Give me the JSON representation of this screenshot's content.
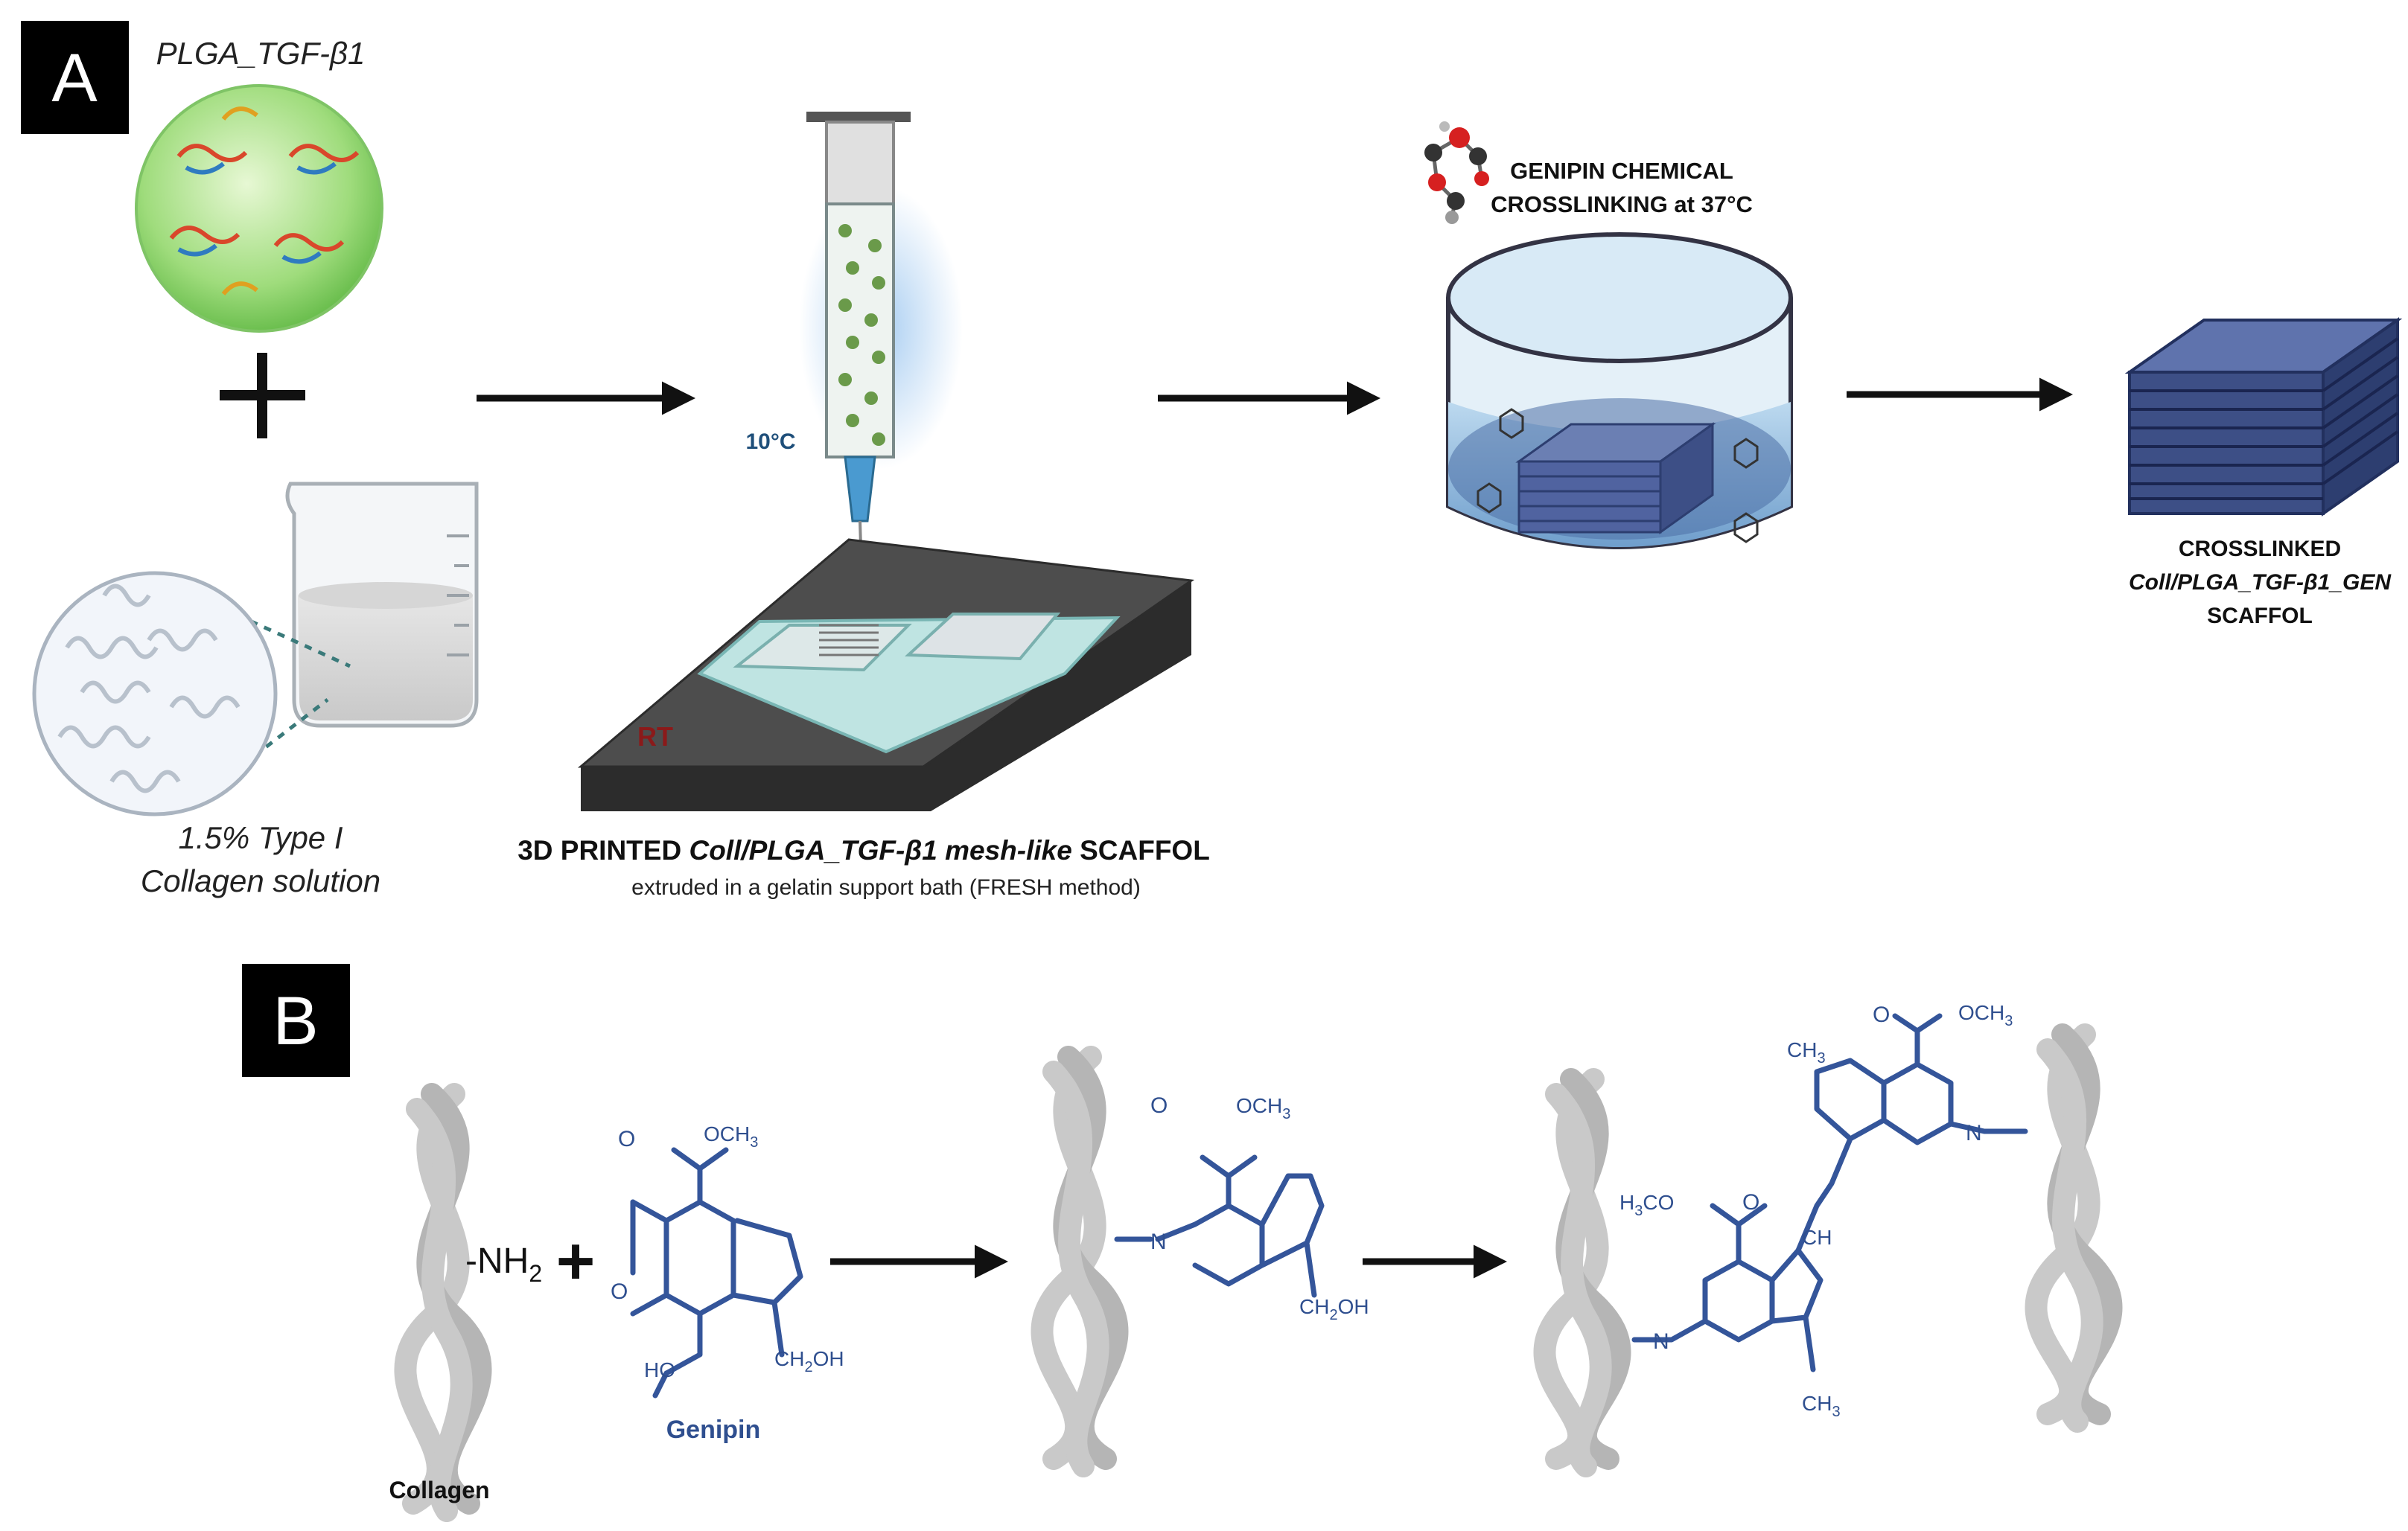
{
  "panelA": {
    "label": "A",
    "plga_label": "PLGA_TGF-β1",
    "collagen_line1": "1.5% Type I",
    "collagen_line2": "Collagen solution",
    "temp_label": "10°C",
    "rt_label": "RT",
    "printed_bold1": "3D PRINTED ",
    "printed_italic": "Coll/PLGA_TGF-β1 mesh-like",
    "printed_bold2": " SCAFFOL",
    "printed_sub": "extruded in a gelatin support bath (FRESH method)",
    "genipin_line1": "GENIPIN CHEMICAL",
    "genipin_line2": "CROSSLINKING at 37°C",
    "final_line1": "CROSSLINKED",
    "final_line2": "Coll/PLGA_TGF-β1_GEN",
    "final_line3": "SCAFFOL"
  },
  "panelB": {
    "label": "B",
    "nh2": "-NH",
    "nh2_sub": "2",
    "plus": "+",
    "collagen_label": "Collagen",
    "genipin_label": "Genipin",
    "och3": "OCH",
    "sub3": "3",
    "ch2oh": "CH",
    "sub2": "2",
    "oh": "OH",
    "ho": "HO",
    "o": "O",
    "n": "N",
    "ch3": "CH",
    "ch": "CH",
    "h3co": "H",
    "co": "CO"
  },
  "colors": {
    "label_box": "#000000",
    "chem_blue": "#2f4f8f",
    "scaffold_blue": "#3d4f86",
    "glow": "#9fc8f0",
    "rt_red": "#8b1a1a"
  }
}
